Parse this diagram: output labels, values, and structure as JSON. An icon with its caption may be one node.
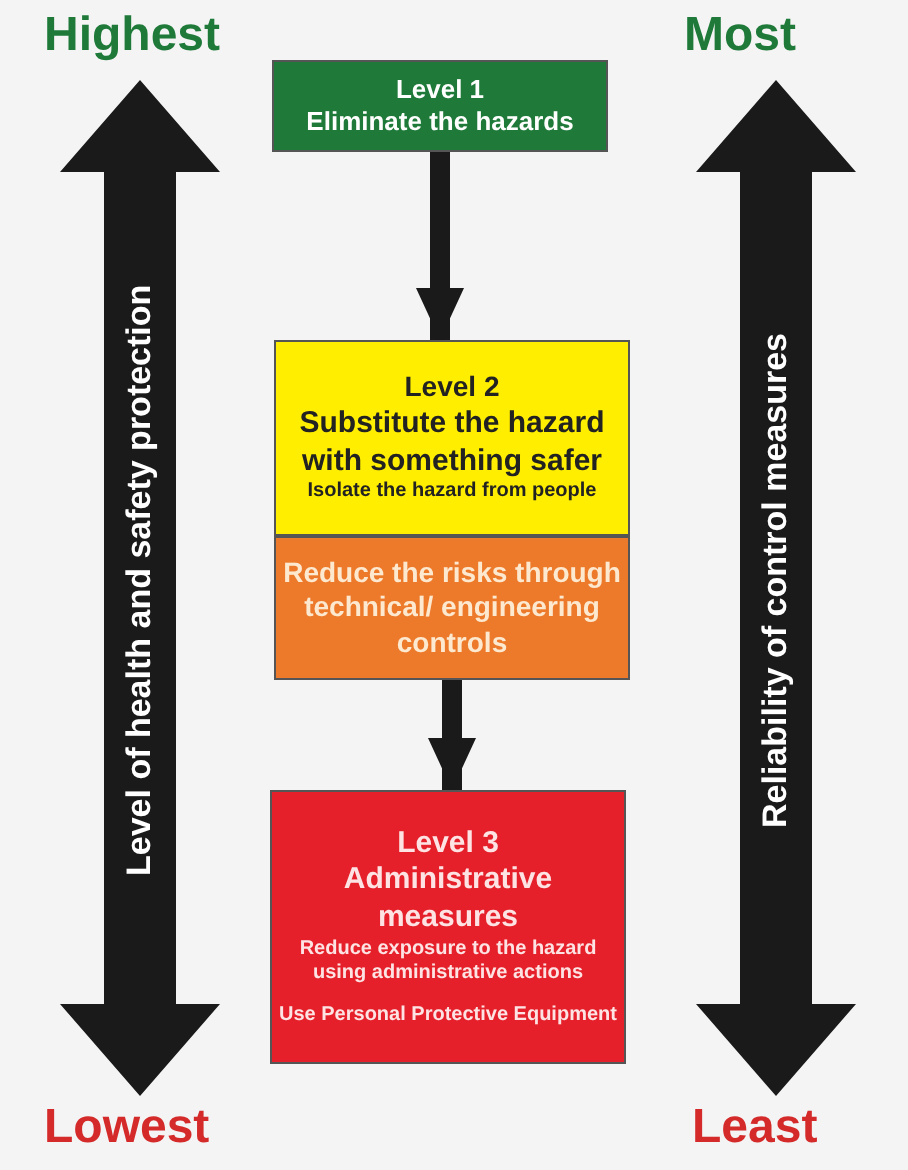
{
  "diagram": {
    "nodes": [
      {
        "text": [
          "Level 1",
          "Eliminate the hazards"
        ]
      },
      {
        "text": [
          "Level 2",
          "Substitute the hazard with something safer",
          "Isolate the hazard from people"
        ]
      },
      {
        "text": [
          "Reduce the risks through technical/ engineering controls"
        ]
      },
      {
        "text": [
          "Level 3",
          "Administrative measures",
          "Reduce exposure to the hazard using administrative actions",
          "Use Personal Protective Equipment"
        ]
      }
    ],
    "edges": [
      {
        "from": 0,
        "to": 1,
        "arrow": "to"
      },
      {
        "from": 2,
        "to": 3,
        "arrow": "to"
      }
    ],
    "labels": [
      "Highest",
      "Most",
      "Level of health and safety protection",
      "Reliability of control measures",
      "Lowest",
      "Least"
    ]
  }
}
